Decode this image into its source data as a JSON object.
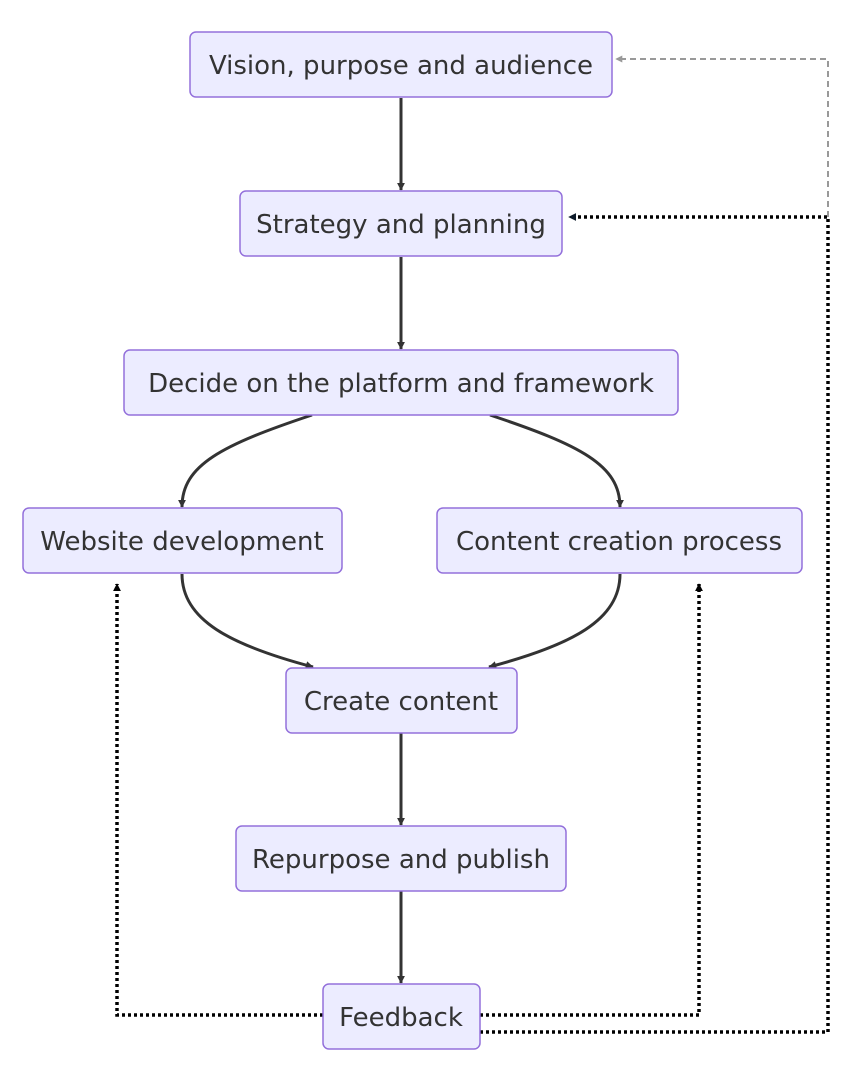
{
  "nodes": {
    "vision": "Vision, purpose and audience",
    "strategy": "Strategy and planning",
    "platform": "Decide on the platform and framework",
    "website": "Website development",
    "content_process": "Content creation process",
    "create": "Create content",
    "repurpose": "Repurpose and publish",
    "feedback": "Feedback"
  },
  "edges": [
    {
      "from": "vision",
      "to": "strategy",
      "style": "solid"
    },
    {
      "from": "strategy",
      "to": "platform",
      "style": "solid"
    },
    {
      "from": "platform",
      "to": "website",
      "style": "solid"
    },
    {
      "from": "platform",
      "to": "content_process",
      "style": "solid"
    },
    {
      "from": "website",
      "to": "create",
      "style": "solid"
    },
    {
      "from": "content_process",
      "to": "create",
      "style": "solid"
    },
    {
      "from": "create",
      "to": "repurpose",
      "style": "solid"
    },
    {
      "from": "repurpose",
      "to": "feedback",
      "style": "solid"
    },
    {
      "from": "feedback",
      "to": "website",
      "style": "dotted"
    },
    {
      "from": "feedback",
      "to": "content_process",
      "style": "dotted"
    },
    {
      "from": "feedback",
      "to": "strategy",
      "style": "dotted"
    },
    {
      "from": "feedback",
      "to": "vision",
      "style": "dashed"
    }
  ],
  "colors": {
    "node_fill": "#ECECFF",
    "node_stroke": "#9370DB",
    "text": "#333333",
    "edge": "#333333",
    "dotted_edge": "#000000",
    "dashed_edge": "#999999",
    "background": "#FFFFFF"
  }
}
